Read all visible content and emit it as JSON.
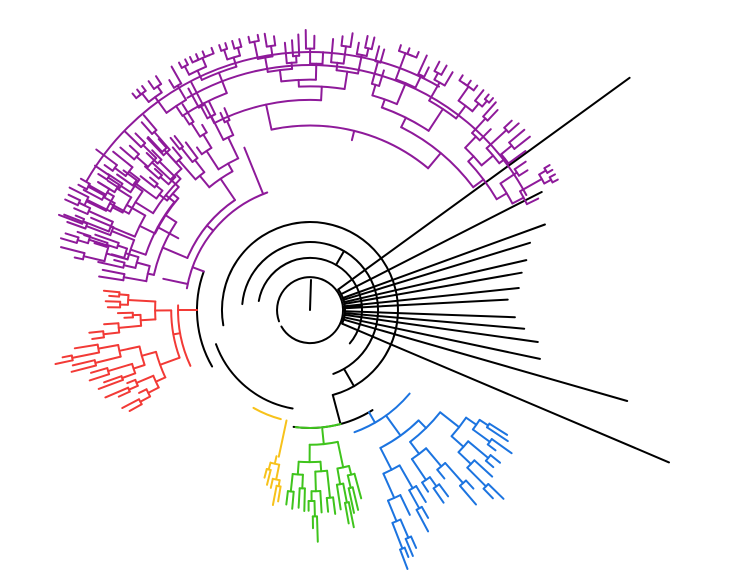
{
  "diagram": {
    "type": "circular-phylogenetic-tree",
    "background": "#ffffff",
    "colors": {
      "root_clades": "#000000",
      "clade_purple": "#8e1a9a",
      "clade_red": "#f23a36",
      "clade_yellow": "#f7c21b",
      "clade_green": "#3fc41c",
      "clade_blue": "#1c74e0"
    },
    "clades": [
      {
        "id": "purple",
        "color_key": "clade_purple",
        "leaf_count": 60
      },
      {
        "id": "red",
        "color_key": "clade_red",
        "leaf_count": 40
      },
      {
        "id": "yellow",
        "color_key": "clade_yellow",
        "leaf_count": 3
      },
      {
        "id": "green",
        "color_key": "clade_green",
        "leaf_count": 16
      },
      {
        "id": "blue",
        "color_key": "clade_blue",
        "leaf_count": 22
      },
      {
        "id": "black-long-branches",
        "color_key": "root_clades",
        "leaf_count": 12
      }
    ]
  }
}
